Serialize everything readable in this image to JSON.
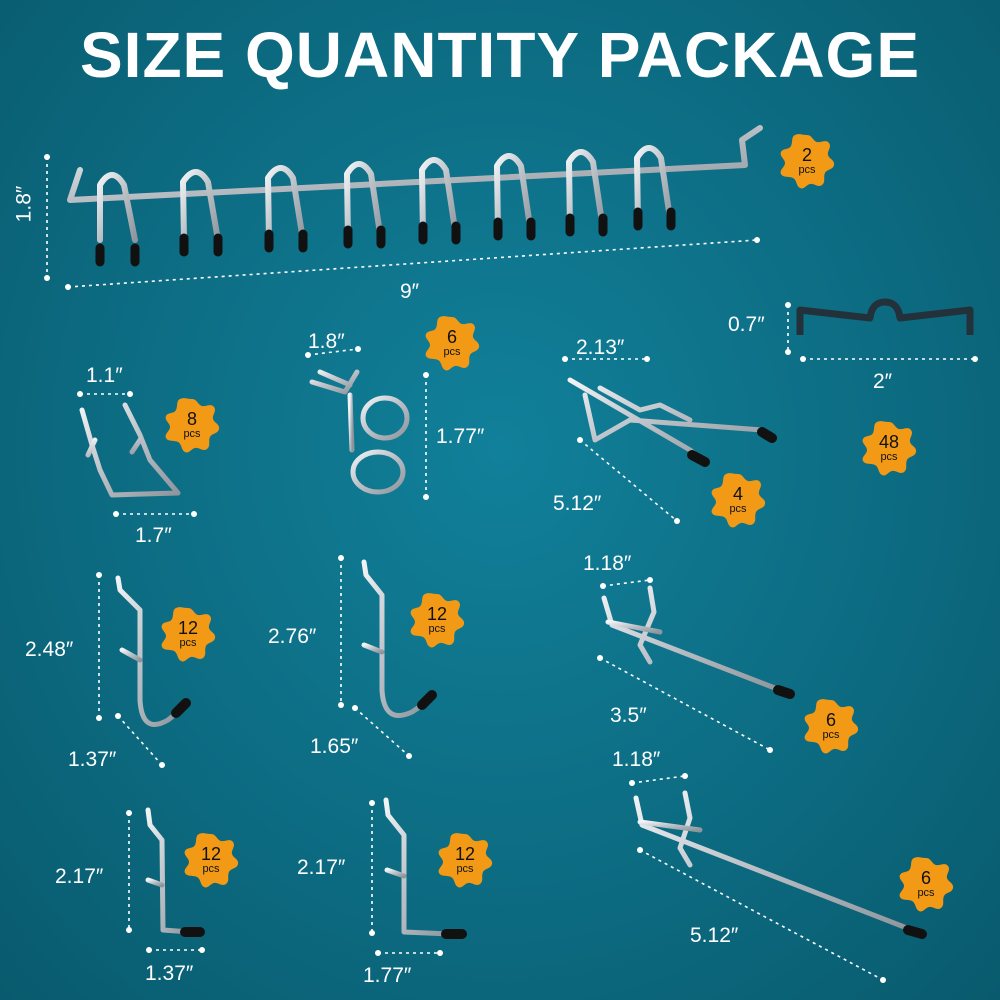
{
  "title": "SIZE QUANTITY PACKAGE",
  "colors": {
    "background": "#0d6e85",
    "badge": "#f29a16",
    "metal": "#c7ccd1",
    "tip": "#111111"
  },
  "strip": {
    "height": "1.8″",
    "width": "9″",
    "qty": "2",
    "unit": "pcs"
  },
  "bracket": {
    "height": "0.7″",
    "width": "2″",
    "qty": "48",
    "unit": "pcs"
  },
  "hooks": [
    {
      "name": "double-curved-hook",
      "a": "1.1″",
      "b": "1.7″",
      "qty": "8",
      "unit": "pcs"
    },
    {
      "name": "ring-hook",
      "a": "1.8″",
      "b": "1.77″",
      "qty": "6",
      "unit": "pcs"
    },
    {
      "name": "double-prong-hook",
      "a": "2.13″",
      "b": "5.12″",
      "qty": "4",
      "unit": "pcs"
    },
    {
      "name": "j-hook-small",
      "a": "2.48″",
      "b": "1.37″",
      "qty": "12",
      "unit": "pcs"
    },
    {
      "name": "j-hook-large",
      "a": "2.76″",
      "b": "1.65″",
      "qty": "12",
      "unit": "pcs"
    },
    {
      "name": "short-peg-hook",
      "a": "1.18″",
      "b": "3.5″",
      "qty": "6",
      "unit": "pcs"
    },
    {
      "name": "l-hook-small",
      "a": "2.17″",
      "b": "1.37″",
      "qty": "12",
      "unit": "pcs"
    },
    {
      "name": "l-hook-large",
      "a": "2.17″",
      "b": "1.77″",
      "qty": "12",
      "unit": "pcs"
    },
    {
      "name": "long-peg-hook",
      "a": "1.18″",
      "b": "5.12″",
      "qty": "6",
      "unit": "pcs"
    }
  ]
}
